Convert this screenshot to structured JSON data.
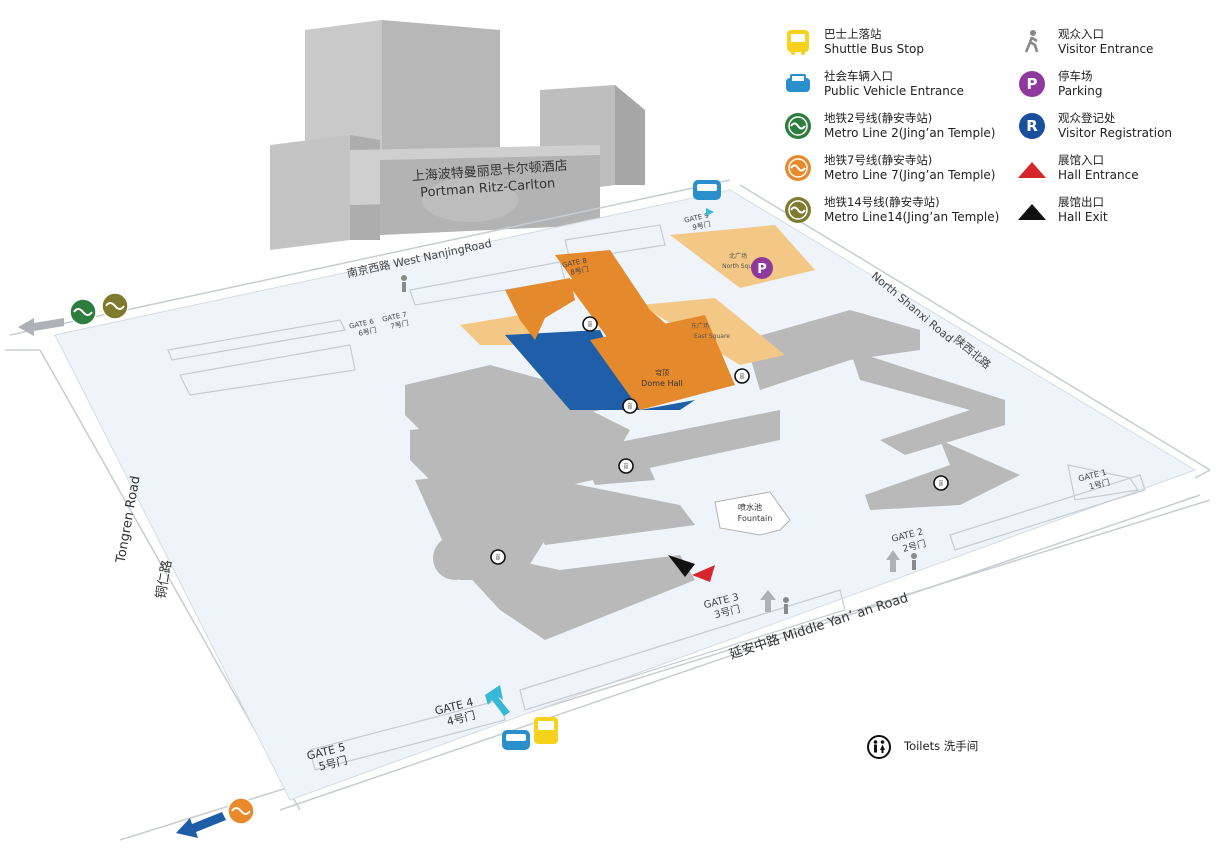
{
  "hotel": {
    "zh": "上海波特曼丽思卡尔顿酒店",
    "en": "Portman Ritz-Carlton"
  },
  "roads": {
    "north": "南京西路  West NanjingRoad",
    "east_en": "North Shanxi Road",
    "east_zh": "陕西北路",
    "south": "延安中路  Middle Yan’ an Road",
    "west_en": "Tongren Road",
    "west_zh": "铜仁路"
  },
  "gates": {
    "g1": {
      "en": "GATE 1",
      "zh": "1号门"
    },
    "g2": {
      "en": "GATE 2",
      "zh": "2号门"
    },
    "g3": {
      "en": "GATE 3",
      "zh": "3号门"
    },
    "g4": {
      "en": "GATE 4",
      "zh": "4号门"
    },
    "g5": {
      "en": "GATE 5",
      "zh": "5号门"
    },
    "g6": {
      "en": "GATE 6",
      "zh": "6号门"
    },
    "g7": {
      "en": "GATE 7",
      "zh": "7号门"
    },
    "g8": {
      "en": "GATE 8",
      "zh": "8号门"
    },
    "g9": {
      "en": "GATE 9",
      "zh": "9号门"
    }
  },
  "areas": {
    "dome_zh": "穹顶",
    "dome_en": "Dome Hall",
    "east_square_zh": "东广场",
    "east_square_en": "East Square",
    "north_square_zh": "北广场",
    "north_square_en": "North Square",
    "fountain_zh": "喷水池",
    "fountain_en": "Fountain"
  },
  "legend": [
    {
      "zh": "巴士上落站",
      "en": "Shuttle Bus Stop",
      "icon": "bus-icon",
      "color": "#F5D21B"
    },
    {
      "zh": "社会车辆入口",
      "en": "Public Vehicle Entrance",
      "icon": "car-icon",
      "color": "#2B8FCB"
    },
    {
      "zh": "地铁2号线(静安寺站)",
      "en": "Metro Line 2(Jing’an Temple)",
      "icon": "metro-line-2-icon",
      "color": "#2E7D3E"
    },
    {
      "zh": "地铁7号线(静安寺站)",
      "en": "Metro Line 7(Jing’an Temple)",
      "icon": "metro-line-7-icon",
      "color": "#E8892B"
    },
    {
      "zh": "地铁14号线(静安寺站)",
      "en": "Metro Line14(Jing’an Temple)",
      "icon": "metro-line-14-icon",
      "color": "#7F7B2E"
    },
    {
      "zh": "观众入口",
      "en": "Visitor Entrance",
      "icon": "pedestrian-icon",
      "color": "#888888"
    },
    {
      "zh": "停车场",
      "en": "Parking",
      "icon": "parking-icon",
      "color": "#8E3A9D"
    },
    {
      "zh": "观众登记处",
      "en": "Visitor Registration",
      "icon": "registration-icon",
      "color": "#1A4F9C"
    },
    {
      "zh": "展馆入口",
      "en": "Hall Entrance",
      "icon": "hall-entrance-icon",
      "color": "#D6262B"
    },
    {
      "zh": "展馆出口",
      "en": "Hall Exit",
      "icon": "hall-exit-icon",
      "color": "#111111"
    }
  ],
  "toilets_note": "Toilets 洗手间",
  "colors": {
    "site": "#EEF4FA",
    "building": "#B9B9B9",
    "dome": "#E48A2C",
    "square": "#F3C785",
    "blue_hall": "#1F5EA8",
    "arrow_teal": "#37B8D6",
    "arrow_blue": "#1E5CA8"
  }
}
